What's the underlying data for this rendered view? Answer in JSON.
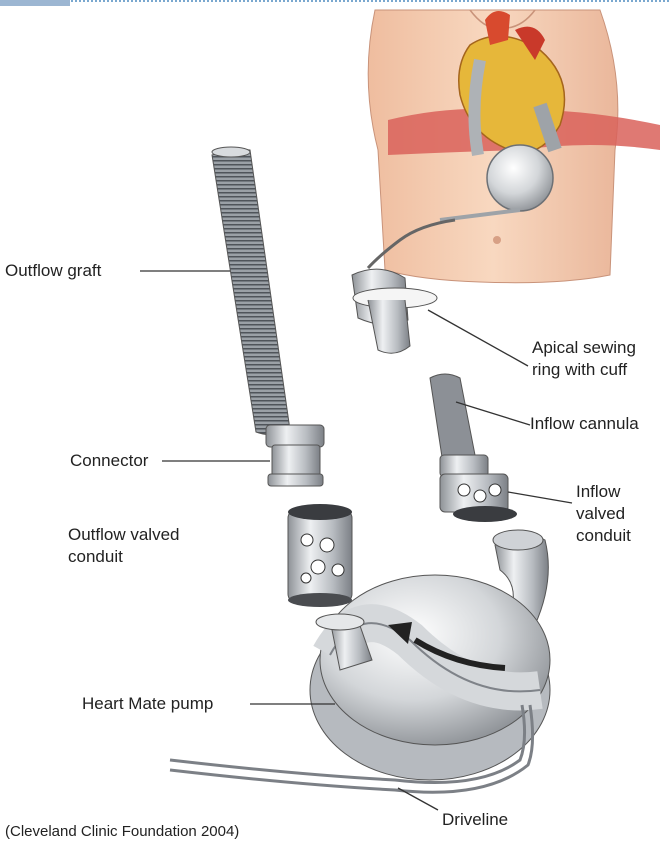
{
  "labels": {
    "outflow_graft": "Outflow graft",
    "apical_sewing_ring": "Apical sewing\nring with cuff",
    "inflow_cannula": "Inflow cannula",
    "connector": "Connector",
    "inflow_valved_conduit": "Inflow\nvalved\nconduit",
    "outflow_valved_conduit": "Outflow valved\nconduit",
    "heart_mate_pump": "Heart Mate pump",
    "driveline": "Driveline"
  },
  "credit": "(Cleveland Clinic Foundation 2004)",
  "colors": {
    "skin": "#f4cdb2",
    "heart": "#d84a2e",
    "muscle": "#d9615a",
    "metal": "#b9bcc0",
    "graft": "#8e9298",
    "leader": "#333333"
  }
}
